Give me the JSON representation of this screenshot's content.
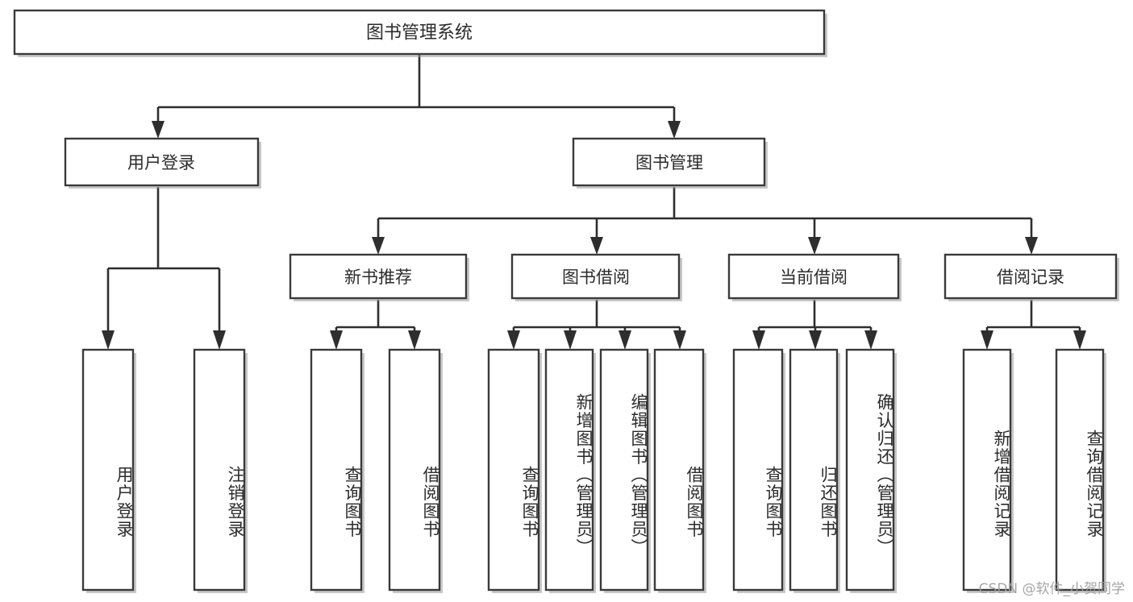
{
  "diagram": {
    "type": "tree",
    "title": "图书管理系统",
    "root": {
      "id": "root",
      "label": "图书管理系统",
      "orientation": "horizontal"
    },
    "level1": [
      {
        "id": "user-login",
        "label": "用户登录",
        "orientation": "horizontal"
      },
      {
        "id": "book-manage",
        "label": "图书管理",
        "orientation": "horizontal"
      }
    ],
    "level2": [
      {
        "id": "new-book-rec",
        "label": "新书推荐",
        "parent": "book-manage",
        "orientation": "horizontal"
      },
      {
        "id": "book-borrow",
        "label": "图书借阅",
        "parent": "book-manage",
        "orientation": "horizontal"
      },
      {
        "id": "current-borrow",
        "label": "当前借阅",
        "parent": "book-manage",
        "orientation": "horizontal"
      },
      {
        "id": "borrow-record",
        "label": "借阅记录",
        "parent": "book-manage",
        "orientation": "horizontal"
      }
    ],
    "leaves": [
      {
        "id": "leaf-user-login",
        "label": "用户登录",
        "parent": "user-login",
        "orientation": "vertical"
      },
      {
        "id": "leaf-logout-login",
        "label": "注销登录",
        "parent": "user-login",
        "orientation": "vertical"
      },
      {
        "id": "leaf-query-book-1",
        "label": "查询图书",
        "parent": "new-book-rec",
        "orientation": "vertical"
      },
      {
        "id": "leaf-borrow-book-1",
        "label": "借阅图书",
        "parent": "new-book-rec",
        "orientation": "vertical"
      },
      {
        "id": "leaf-query-book-2",
        "label": "查询图书",
        "parent": "book-borrow",
        "orientation": "vertical"
      },
      {
        "id": "leaf-add-book",
        "label": "新增图书（管理员）",
        "parent": "book-borrow",
        "orientation": "vertical"
      },
      {
        "id": "leaf-edit-book",
        "label": "编辑图书（管理员）",
        "parent": "book-borrow",
        "orientation": "vertical"
      },
      {
        "id": "leaf-borrow-book-2",
        "label": "借阅图书",
        "parent": "book-borrow",
        "orientation": "vertical"
      },
      {
        "id": "leaf-query-book-3",
        "label": "查询图书",
        "parent": "current-borrow",
        "orientation": "vertical"
      },
      {
        "id": "leaf-return-book",
        "label": "归还图书",
        "parent": "current-borrow",
        "orientation": "vertical"
      },
      {
        "id": "leaf-confirm-return",
        "label": "确认归还（管理员）",
        "parent": "current-borrow",
        "orientation": "vertical"
      },
      {
        "id": "leaf-add-record",
        "label": "新增借阅记录",
        "parent": "borrow-record",
        "orientation": "vertical"
      },
      {
        "id": "leaf-query-record",
        "label": "查询借阅记录",
        "parent": "borrow-record",
        "orientation": "vertical"
      }
    ],
    "colors": {
      "box_fill": "#ffffff",
      "box_stroke": "#3a3a3a",
      "connector": "#2e2e2e",
      "text": "#2b2b2b",
      "background": "#ffffff",
      "watermark": "#9f9f9f"
    }
  },
  "watermark": {
    "text": "CSDN @软件_小贺同学"
  }
}
